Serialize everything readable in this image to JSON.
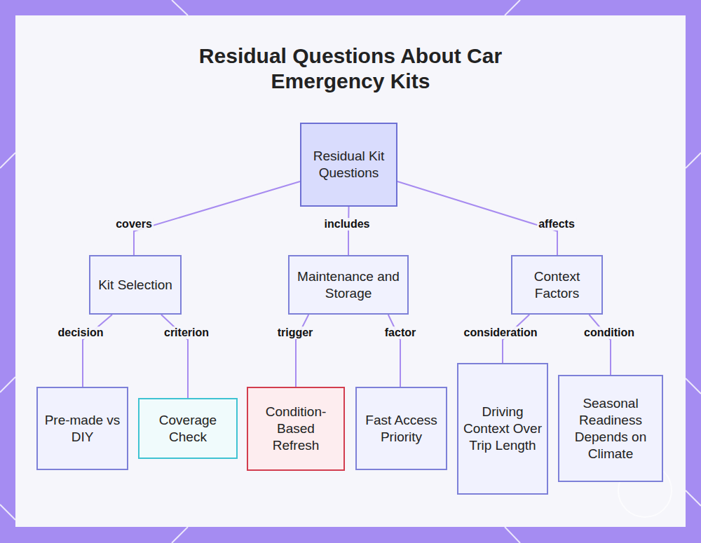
{
  "diagram": {
    "title": "Residual Questions About Car Emergency Kits",
    "nodes": [
      {
        "text": [
          "Residual Kit Questions"
        ]
      },
      {
        "text": [
          "Kit Selection"
        ]
      },
      {
        "text": [
          "Maintenance and Storage"
        ]
      },
      {
        "text": [
          "Context Factors"
        ]
      },
      {
        "text": [
          "Pre-made vs DIY"
        ]
      },
      {
        "text": [
          "Coverage Check"
        ]
      },
      {
        "text": [
          "Condition-Based Refresh"
        ]
      },
      {
        "text": [
          "Fast Access Priority"
        ]
      },
      {
        "text": [
          "Driving Context Over Trip Length"
        ]
      },
      {
        "text": [
          "Seasonal Readiness Depends on Climate"
        ]
      }
    ],
    "edges": [
      {
        "from": 0,
        "to": 1,
        "label": "covers",
        "arrow": "none"
      },
      {
        "from": 0,
        "to": 2,
        "label": "includes",
        "arrow": "none"
      },
      {
        "from": 0,
        "to": 3,
        "label": "affects",
        "arrow": "none"
      },
      {
        "from": 1,
        "to": 4,
        "label": "decision",
        "arrow": "none"
      },
      {
        "from": 1,
        "to": 5,
        "label": "criterion",
        "arrow": "none"
      },
      {
        "from": 2,
        "to": 6,
        "label": "trigger",
        "arrow": "none"
      },
      {
        "from": 2,
        "to": 7,
        "label": "factor",
        "arrow": "none"
      },
      {
        "from": 3,
        "to": 8,
        "label": "consideration",
        "arrow": "none"
      },
      {
        "from": 3,
        "to": 9,
        "label": "condition",
        "arrow": "none"
      }
    ]
  }
}
